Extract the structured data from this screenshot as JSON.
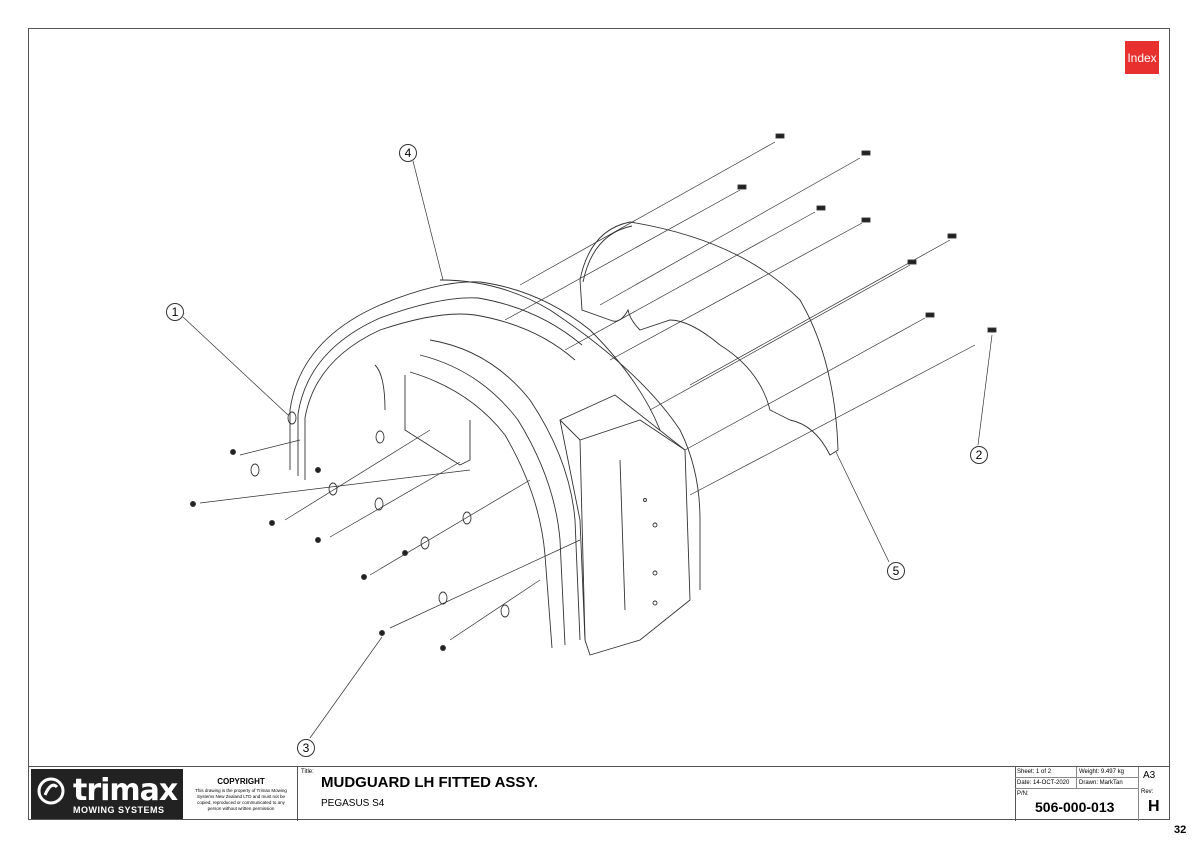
{
  "index_button": "Index",
  "callouts": [
    "1",
    "2",
    "3",
    "4",
    "5"
  ],
  "title_block": {
    "company": "trimax",
    "company_sub": "MOWING SYSTEMS",
    "copyright_title": "COPYRIGHT",
    "copyright_body": "This drawing is the property of Trimax Mowing Systems New Zealand LTD and must not be copied, reproduced or communicated to any person without written permission",
    "title_label": "Title:",
    "title": "MUDGUARD LH FITTED ASSY.",
    "subtitle": "PEGASUS S4",
    "sheet": "Sheet: 1 of 2",
    "weight": "Weight: 9.497 kg",
    "date": "Date: 14-OCT-2020",
    "drawn": "Drawn: MarkTan",
    "pn_label": "P/N:",
    "part_number": "506-000-013",
    "size": "A3",
    "rev_label": "Rev:",
    "rev": "H"
  },
  "page_number": "32",
  "colors": {
    "index_button": "#e8312f",
    "logo_bg": "#222222",
    "line": "#333333"
  }
}
